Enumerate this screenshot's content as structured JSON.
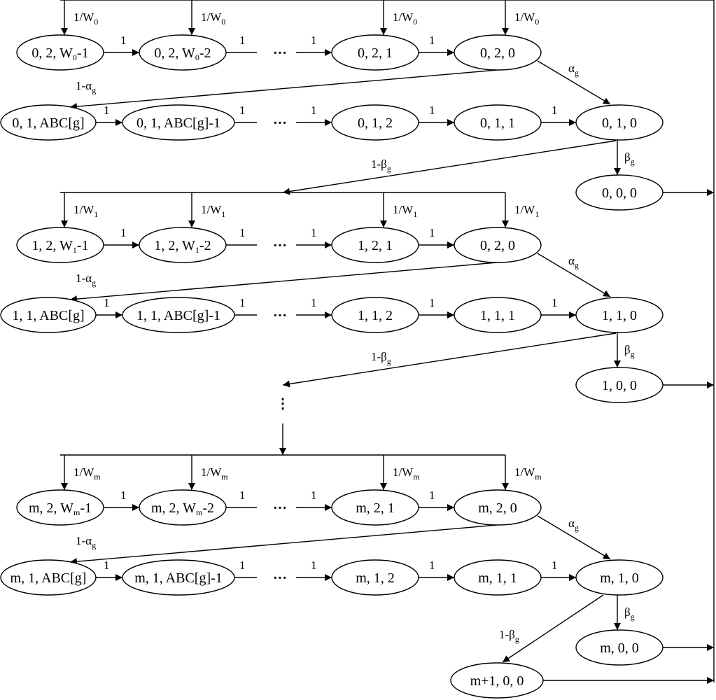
{
  "diagram": {
    "rows": [
      {
        "top": [
          "0, 2, W",
          "0",
          "-1",
          "0, 2, W",
          "0",
          "-2",
          "0, 2, 1",
          "0, 2, 0"
        ],
        "w_labels": [
          "1/W",
          "0"
        ],
        "mid": [
          "0, 1, ABC[g]",
          "0, 1, ABC[g]-1",
          "0, 1, 2",
          "0, 1, 1",
          "0, 1, 0"
        ],
        "absorb": "0, 0, 0"
      },
      {
        "top": [
          "1, 2, W",
          "1",
          "-1",
          "1, 2, W",
          "1",
          "-2",
          "1, 2, 1",
          "0, 2, 0"
        ],
        "w_labels": [
          "1/W",
          "1"
        ],
        "mid": [
          "1, 1, ABC[g]",
          "1, 1, ABC[g]-1",
          "1, 1, 2",
          "1, 1, 1",
          "1, 1, 0"
        ],
        "absorb": "1, 0, 0"
      },
      {
        "top": [
          "m, 2, W",
          "m",
          "-1",
          "m, 2, W",
          "m",
          "-2",
          "m, 2, 1",
          "m, 2, 0"
        ],
        "w_labels": [
          "1/W",
          "m"
        ],
        "mid": [
          "m, 1, ABC[g]",
          "m, 1, ABC[g]-1",
          "m, 1, 2",
          "m, 1, 1",
          "m, 1, 0"
        ],
        "absorb": "m, 0, 0"
      }
    ],
    "final_node": "m+1, 0, 0",
    "edge_one": "1",
    "ellipsis": "···",
    "vdots": "⋮",
    "one_minus": "1-",
    "alpha": "α",
    "beta": "β",
    "sub_g": "g"
  }
}
